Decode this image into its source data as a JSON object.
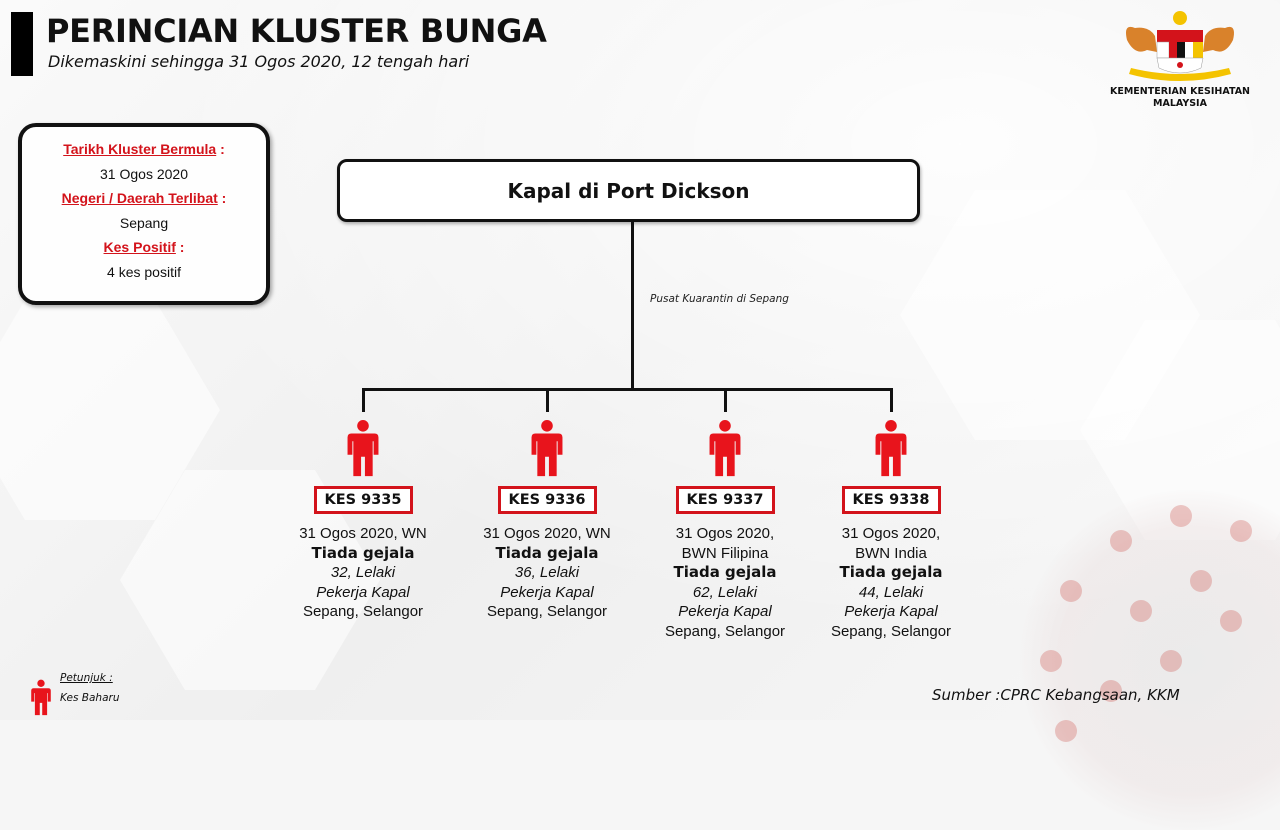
{
  "header": {
    "title": "PERINCIAN KLUSTER BUNGA",
    "subtitle": "Dikemaskini sehingga 31 Ogos 2020, 12 tengah hari"
  },
  "logo": {
    "icon": "malaysia-coat-of-arms-icon",
    "line1": "KEMENTERIAN KESIHATAN",
    "line2": "MALAYSIA"
  },
  "info": {
    "start_label": "Tarikh Kluster Bermula",
    "start_value": "31 Ogos 2020",
    "region_label": "Negeri / Daerah Terlibat",
    "region_value": "Sepang",
    "positive_label": "Kes Positif",
    "positive_value": "4 kes positif",
    "colon": ":"
  },
  "colors": {
    "accent": "#d3131b",
    "text": "#111111"
  },
  "tree": {
    "root": "Kapal di Port Dickson",
    "edge_label": "Pusat Kuarantin di Sepang",
    "cases": [
      {
        "id": "KES 9335",
        "line1": "31 Ogos 2020, WN",
        "line1b": "",
        "status": "Tiada gejala",
        "age_sex": "32, Lelaki",
        "job": "Pekerja Kapal",
        "location": "Sepang, Selangor"
      },
      {
        "id": "KES 9336",
        "line1": "31 Ogos 2020, WN",
        "line1b": "",
        "status": "Tiada gejala",
        "age_sex": "36, Lelaki",
        "job": "Pekerja Kapal",
        "location": "Sepang, Selangor"
      },
      {
        "id": "KES 9337",
        "line1": "31 Ogos 2020,",
        "line1b": "BWN Filipina",
        "status": "Tiada gejala",
        "age_sex": "62, Lelaki",
        "job": "Pekerja Kapal",
        "location": "Sepang, Selangor"
      },
      {
        "id": "KES 9338",
        "line1": "31 Ogos 2020,",
        "line1b": "BWN India",
        "status": "Tiada gejala",
        "age_sex": "44, Lelaki",
        "job": "Pekerja Kapal",
        "location": "Sepang, Selangor"
      }
    ]
  },
  "legend": {
    "title": "Petunjuk :",
    "item": "Kes Baharu",
    "icon": "person-icon"
  },
  "source": "Sumber :CPRC Kebangsaan,  KKM"
}
